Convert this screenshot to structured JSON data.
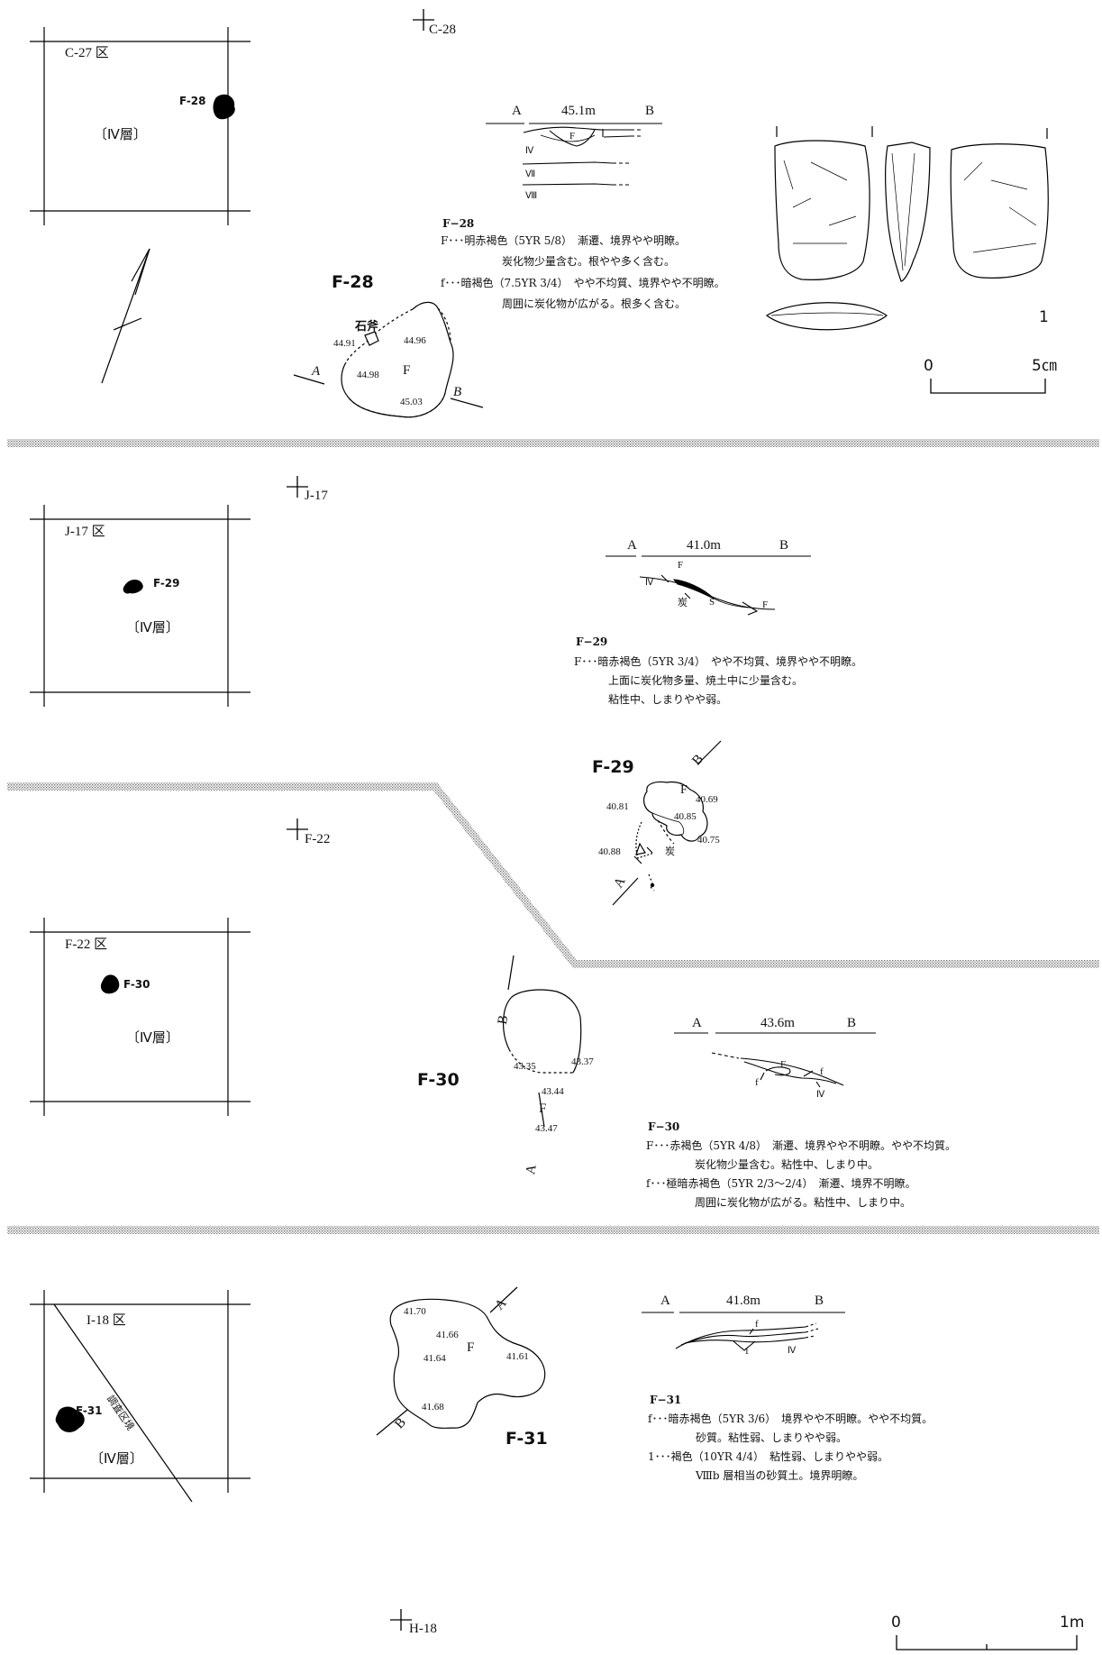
{
  "grid_points": {
    "c28": "C-28",
    "j17": "J-17",
    "f22": "F-22",
    "h18": "H-18"
  },
  "f28": {
    "title": "F-28",
    "map": {
      "grid_label": "C-27 区",
      "feature_label": "F-28",
      "layer": "〔Ⅳ層〕"
    },
    "plan": {
      "fill_label": "F",
      "axe_label": "石斧",
      "elevations": [
        "44.91",
        "44.96",
        "44.98",
        "45.03"
      ],
      "point_a": "A",
      "point_b": "B"
    },
    "section": {
      "a": "A",
      "b": "B",
      "elev": "45.1m",
      "fill": "F",
      "layers": [
        "Ⅳ",
        "Ⅶ",
        "Ⅷ"
      ]
    },
    "notes": {
      "title": "F−28",
      "lines": [
        "F･･･明赤褐色（5YR 5/8）　漸遷、境界やや明瞭。",
        "炭化物少量含む。根やや多く含む。",
        "f･･･暗褐色（7.5YR 3/4）　やや不均質、境界やや不明瞭。",
        "周囲に炭化物が広がる。根多く含む。"
      ]
    }
  },
  "artifact": {
    "number": "1",
    "scale": {
      "start": "0",
      "end": "5㎝"
    }
  },
  "f29": {
    "title": "F-29",
    "map": {
      "grid_label": "J-17 区",
      "feature_label": "F-29",
      "layer": "〔Ⅳ層〕"
    },
    "plan": {
      "fill_label": "F",
      "charcoal": "炭",
      "elevations": [
        "40.81",
        "40.69",
        "40.85",
        "40.75",
        "40.88"
      ],
      "point_a": "A",
      "point_b": "B"
    },
    "section": {
      "a": "A",
      "b": "B",
      "elev": "41.0m",
      "fill_upper": "F",
      "fill_lower": "F",
      "stone": "S",
      "charcoal": "炭",
      "layer": "Ⅳ"
    },
    "notes": {
      "title": "F−29",
      "lines": [
        "F･･･暗赤褐色（5YR 3/4）　やや不均質、境界やや不明瞭。",
        "上面に炭化物多量、焼土中に少量含む。",
        "粘性中、しまりやや弱。"
      ]
    }
  },
  "f30": {
    "title": "F-30",
    "map": {
      "grid_label": "F-22 区",
      "feature_label": "F-30",
      "layer": "〔Ⅳ層〕"
    },
    "plan": {
      "fill_label": "F",
      "elevations": [
        "43.35",
        "43.37",
        "43.44",
        "43.47"
      ],
      "point_a": "A",
      "point_b": "B"
    },
    "section": {
      "a": "A",
      "b": "B",
      "elev": "43.6m",
      "fill": "F",
      "f_left": "f",
      "f_right": "f",
      "layer": "Ⅳ"
    },
    "notes": {
      "title": "F−30",
      "lines": [
        "F･･･赤褐色（5YR 4/8）　漸遷、境界やや不明瞭。やや不均質。",
        "炭化物少量含む。粘性中、しまり中。",
        "f･･･極暗赤褐色（5YR 2/3〜2/4）　漸遷、境界不明瞭。",
        "周囲に炭化物が広がる。粘性中、しまり中。"
      ]
    }
  },
  "f31": {
    "title": "F-31",
    "map": {
      "grid_label": "I-18 区",
      "feature_label": "F-31",
      "layer": "〔Ⅳ層〕",
      "boundary": "調査区境"
    },
    "plan": {
      "fill_label": "F",
      "elevations": [
        "41.70",
        "41.66",
        "41.64",
        "41.61",
        "41.68"
      ],
      "point_a": "A",
      "point_b": "B"
    },
    "section": {
      "a": "A",
      "b": "B",
      "elev": "41.8m",
      "f": "f",
      "one": "1",
      "layer": "Ⅳ"
    },
    "notes": {
      "title": "F−31",
      "lines": [
        "f･･･暗赤褐色（5YR 3/6）　境界やや不明瞭。やや不均質。",
        "砂質。粘性弱、しまりやや弱。",
        "1･･･褐色（10YR 4/4）　粘性弱、しまりやや弱。",
        "Ⅷb 層相当の砂質土。境界明瞭。"
      ]
    }
  },
  "main_scale": {
    "start": "0",
    "end": "1m"
  }
}
